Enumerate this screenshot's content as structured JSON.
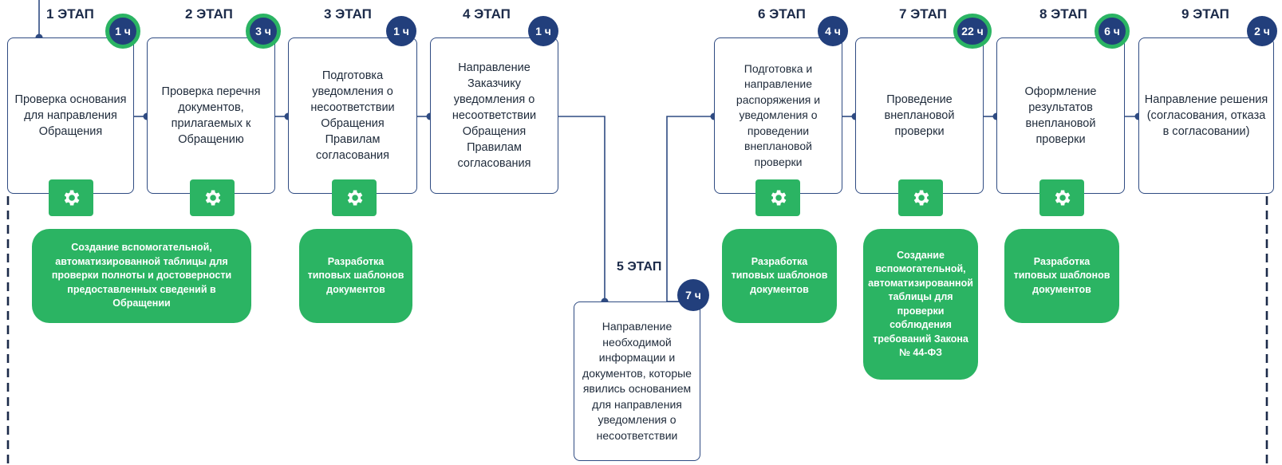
{
  "colors": {
    "navy": "#223f7c",
    "line": "#2f4b82",
    "green": "#2bb463",
    "text": "#1e2a3a"
  },
  "stages": [
    {
      "label": "1 ЭТАП",
      "time": "1 ч",
      "text": "Проверка основания для направления Обращения"
    },
    {
      "label": "2 ЭТАП",
      "time": "3 ч",
      "text": "Проверка перечня документов, прилагаемых к Обращению"
    },
    {
      "label": "3 ЭТАП",
      "time": "1 ч",
      "text": "Подготовка уведомления о несоответствии Обращения Правилам согласования"
    },
    {
      "label": "4 ЭТАП",
      "time": "1 ч",
      "text": "Направление Заказчику уведомления о несоответствии Обращения Правилам согласования"
    },
    {
      "label": "5 ЭТАП",
      "time": "7 ч",
      "text": "Направление необходимой информации и документов, которые явились основанием для направления уведомления о несоответствии"
    },
    {
      "label": "6 ЭТАП",
      "time": "4 ч",
      "text": "Подготовка и направление распоряжения и уведомления о проведении внеплановой проверки"
    },
    {
      "label": "7 ЭТАП",
      "time": "22 ч",
      "text": "Проведение внеплановой проверки"
    },
    {
      "label": "8 ЭТАП",
      "time": "6 ч",
      "text": "Оформление результатов внеплановой проверки"
    },
    {
      "label": "9 ЭТАП",
      "time": "2 ч",
      "text": "Направление решения (согласования, отказа в согласовании)"
    }
  ],
  "tools": [
    {
      "text": "Создание вспомогательной, автоматизированной таблицы для проверки полноты и достоверности предоставленных сведений в Обращении"
    },
    {
      "text": "Разработка типовых шаблонов документов"
    },
    {
      "text": "Разработка типовых шаблонов документов"
    },
    {
      "text": "Создание вспомогательной, автоматизированной таблицы для проверки соблюдения требований Закона № 44-ФЗ"
    },
    {
      "text": "Разработка типовых шаблонов документов"
    }
  ]
}
